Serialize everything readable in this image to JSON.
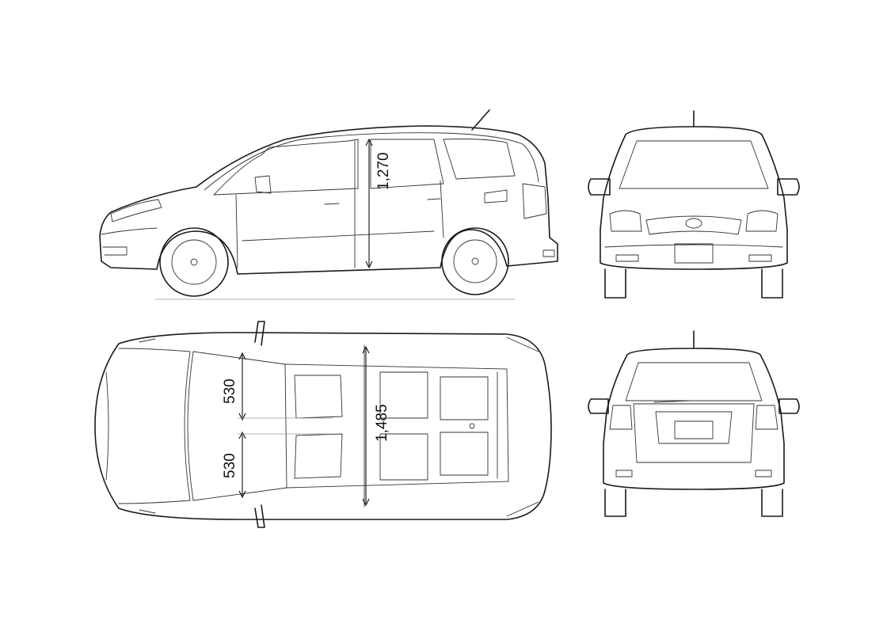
{
  "dimensions": {
    "cabin_height": "1,270",
    "cabin_width": "1,485",
    "seat_width_upper": "530",
    "seat_width_lower": "530"
  },
  "views": [
    "side-view",
    "front-view",
    "top-view",
    "rear-view"
  ]
}
